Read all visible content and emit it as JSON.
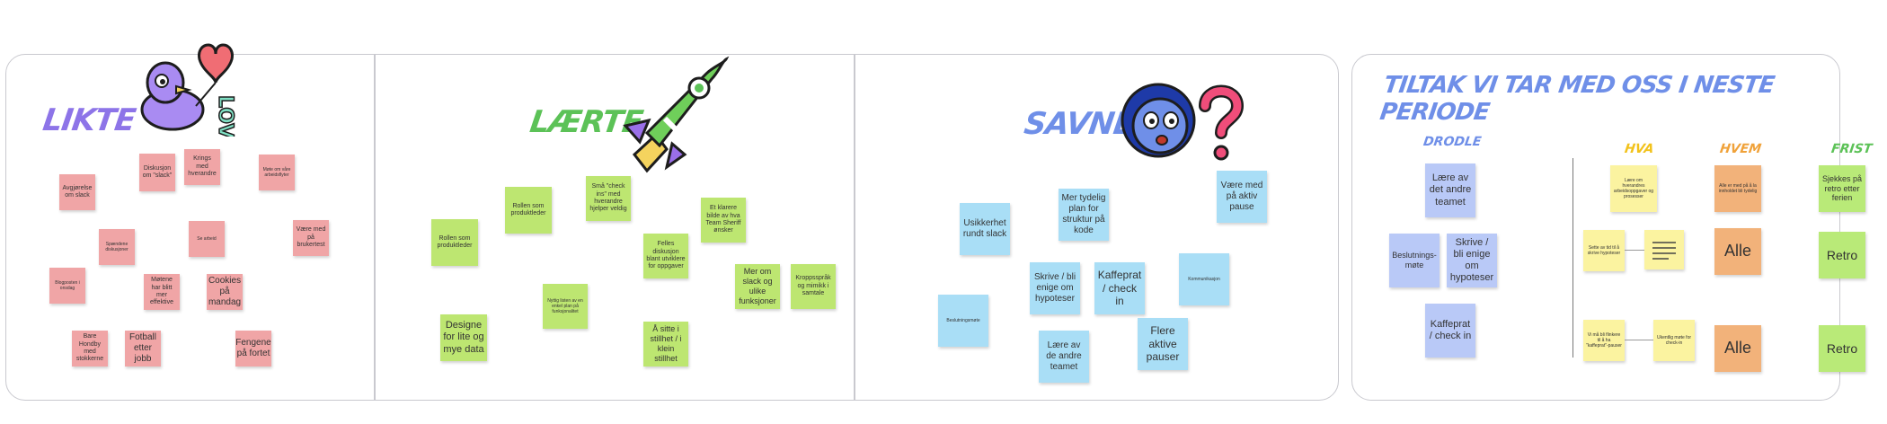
{
  "board": {
    "likte": {
      "title": "LIKTE",
      "notes": [
        "Avgjørelse om slack",
        "Diskusjon om \"slack\"",
        "Krings med hverandre",
        "Møte om våre arbeidsflyter",
        "Spændene diskusjoner",
        "Se arbeid",
        "Være med på brukertest",
        "Blogposten i onsdag",
        "Møtene har blitt mer effektive",
        "Cookies på mandag",
        "Bare Hondby med stokkerne",
        "Fotball etter jobb",
        "Fengene på fortet"
      ]
    },
    "laerte": {
      "title": "LÆRTE",
      "notes": [
        "Rollen som produktleder",
        "Rollen som produktleder",
        "Små \"check ins\" med hverandre hjelper veldig",
        "Et klarere bilde av hva Team Sheriff ønsker",
        "Felles diskusjon blant utviklere for oppgaver",
        "Designe for lite og mye data",
        "Nyttig listen av en enkel plan på funksjonalitet",
        "Mer om slack og ulike funksjoner",
        "Kroppsspråk og mimikk i samtale",
        "Å sitte i stillhet / i klein stillhet"
      ]
    },
    "savnet": {
      "title": "SAVNET",
      "notes": [
        "Usikkerhet rundt slack",
        "Mer tydelig plan for struktur på kode",
        "Være med på aktiv pause",
        "Beslutningsmøte",
        "Skrive / bli enige om hypoteser",
        "Kaffeprat / check in",
        "Kommunikasjon",
        "Lære av de andre teamet",
        "Flere aktive pauser"
      ]
    },
    "tiltak": {
      "title": "TILTAK VI TAR MED OSS I NESTE PERIODE",
      "columns": {
        "drodle": "DRODLE",
        "hva": "HVA",
        "hvem": "HVEM",
        "frist": "FRIST"
      },
      "drodle": [
        "Lære av det andre teamet",
        "Beslutnings-møte",
        "Skrive / bli enige om hypoteser",
        "Kaffeprat / check in"
      ],
      "hva": [
        "Lære om hverandres arbeidsoppgaver og prosesser",
        "Sette av tid til å skrive hypoteser",
        "Vi må bli flinkere til å ha \"kaffeprat\"-pauser",
        "Ukentlig møte for check-in"
      ],
      "hvem": [
        "Alle er med på å la innholdet bli tydelig",
        "Alle",
        "Alle"
      ],
      "frist": [
        "Sjekkes på retro etter ferien",
        "Retro",
        "Retro"
      ]
    }
  }
}
